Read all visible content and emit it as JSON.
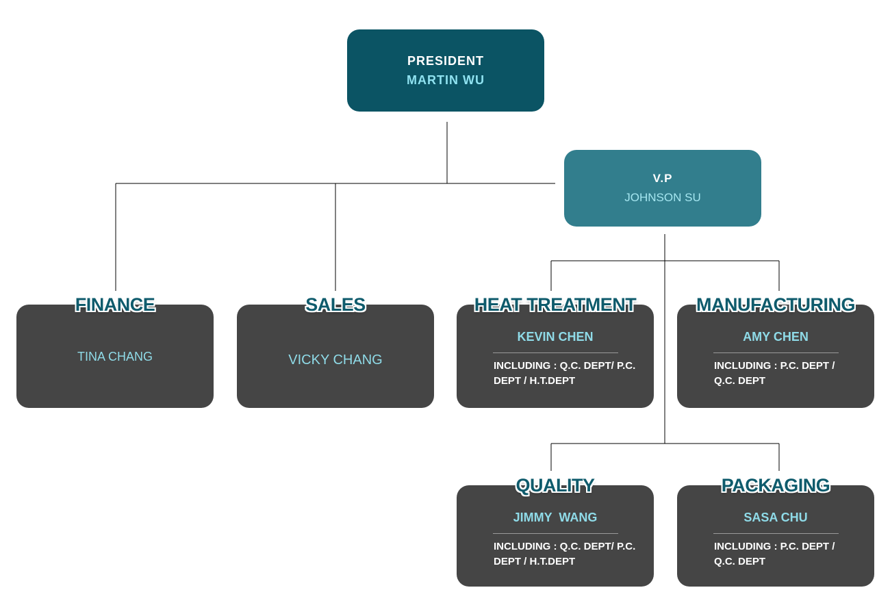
{
  "president": {
    "role": "PRESIDENT",
    "name": "MARTIN WU"
  },
  "vp": {
    "role": "V.P",
    "name": "JOHNSON SU"
  },
  "departments": [
    {
      "title": "FINANCE",
      "head": "TINA CHANG",
      "scope": ""
    },
    {
      "title": "SALES",
      "head": "VICKY CHANG",
      "scope": ""
    },
    {
      "title": "HEAT TREATMENT",
      "head": "KEVIN CHEN",
      "scope": "INCLUDING : Q.C. DEPT/ P.C. DEPT / H.T.DEPT"
    },
    {
      "title": "MANUFACTURING",
      "head": "AMY CHEN",
      "scope": "INCLUDING : P.C. DEPT / Q.C. DEPT"
    },
    {
      "title": "QUALITY",
      "head": "JIMMY  WANG",
      "scope": "INCLUDING : Q.C. DEPT/ P.C. DEPT / H.T.DEPT"
    },
    {
      "title": "PACKAGING",
      "head": "SASA CHU",
      "scope": "INCLUDING : P.C. DEPT / Q.C. DEPT"
    }
  ],
  "colors": {
    "president_box": "#0b5464",
    "vp_box": "#327e8d",
    "dept_box": "#454545",
    "title_text": "#0f5b6c",
    "name_text": "#8fe2f0",
    "connector": "#000000"
  }
}
